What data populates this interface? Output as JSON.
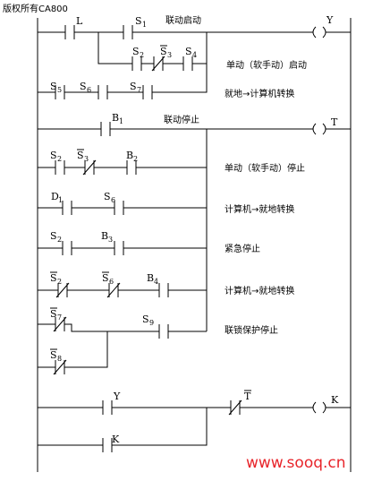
{
  "header": {
    "copyright": "版权所有CA800"
  },
  "watermark": "www.sooq.cn",
  "coils": [
    "Y",
    "T",
    "K"
  ],
  "descriptions": [
    "联动启动",
    "单动（软手动）启动",
    "就地→计算机转换",
    "联动停止",
    "单动（软手动）停止",
    "计算机→就地转换",
    "紧急停止",
    "计算机→就地转换",
    "联锁保护停止"
  ],
  "contacts": [
    {
      "main": "L",
      "sub": "",
      "bar": false
    },
    {
      "main": "S",
      "sub": "1",
      "bar": false
    },
    {
      "main": "S",
      "sub": "2",
      "bar": false
    },
    {
      "main": "S",
      "sub": "3",
      "bar": true
    },
    {
      "main": "S",
      "sub": "4",
      "bar": false
    },
    {
      "main": "S",
      "sub": "5",
      "bar": false
    },
    {
      "main": "S",
      "sub": "6",
      "bar": false
    },
    {
      "main": "S",
      "sub": "7",
      "bar": false
    },
    {
      "main": "B",
      "sub": "1",
      "bar": false
    },
    {
      "main": "S",
      "sub": "2",
      "bar": false
    },
    {
      "main": "S",
      "sub": "3",
      "bar": true
    },
    {
      "main": "B",
      "sub": "2",
      "bar": false
    },
    {
      "main": "D",
      "sub": "1",
      "bar": false
    },
    {
      "main": "S",
      "sub": "6",
      "bar": false
    },
    {
      "main": "S",
      "sub": "2",
      "bar": false
    },
    {
      "main": "B",
      "sub": "3",
      "bar": false
    },
    {
      "main": "S",
      "sub": "2",
      "bar": true
    },
    {
      "main": "S",
      "sub": "6",
      "bar": true
    },
    {
      "main": "B",
      "sub": "4",
      "bar": false
    },
    {
      "main": "S",
      "sub": "7",
      "bar": true
    },
    {
      "main": "S",
      "sub": "9",
      "bar": false
    },
    {
      "main": "S",
      "sub": "8",
      "bar": true
    },
    {
      "main": "Y",
      "sub": "",
      "bar": false
    },
    {
      "main": "T",
      "sub": "",
      "bar": true
    },
    {
      "main": "K",
      "sub": "",
      "bar": false
    }
  ]
}
